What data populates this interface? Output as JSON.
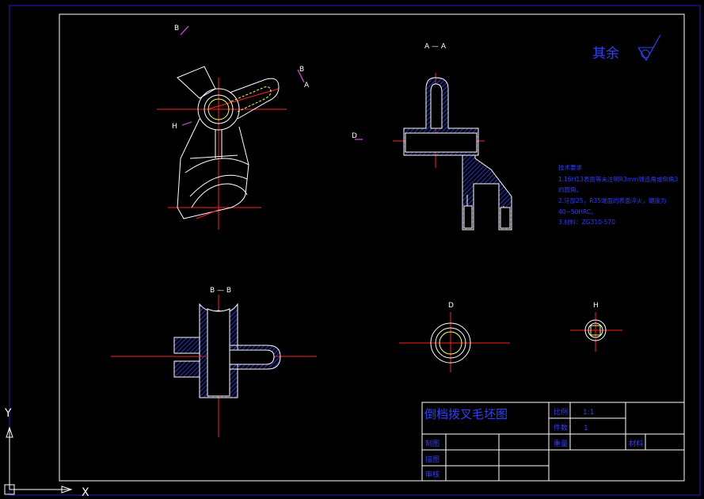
{
  "section_labels": {
    "a_a": "A — A",
    "b_b": "B — B",
    "d_view": "D",
    "h_view": "H"
  },
  "markers": {
    "b_top": "B",
    "b_right": "B",
    "a_right": "A",
    "h_left": "H",
    "d_left": "D"
  },
  "surface_finish": {
    "text": "其余"
  },
  "technical_notes": [
    "技术要求",
    "1.16H13表面等未注明R3mm铸造角或倒角3",
    "的圆角。",
    "2.牙部25，R35端面的表面淬火，硬度为",
    "40~50HRC。",
    "3.材料：ZG310-570"
  ],
  "title_block": {
    "drawing_title": "倒档拨叉毛坯图",
    "scale_label": "比例",
    "scale_value": "1:1",
    "count_label": "件数",
    "count_value": "1",
    "weight_label": "重量",
    "material_label": "材料",
    "drawn_label": "制图",
    "design_label": "描图",
    "check_label": "审核"
  },
  "ucs": {
    "x_label": "X",
    "y_label": "Y"
  },
  "colors": {
    "background": "#000000",
    "outline": "#ffffff",
    "centerline": "#ff2020",
    "hatch": "#3040ff",
    "frame": "#2a2aff",
    "section_arrow": "#c040c0"
  }
}
